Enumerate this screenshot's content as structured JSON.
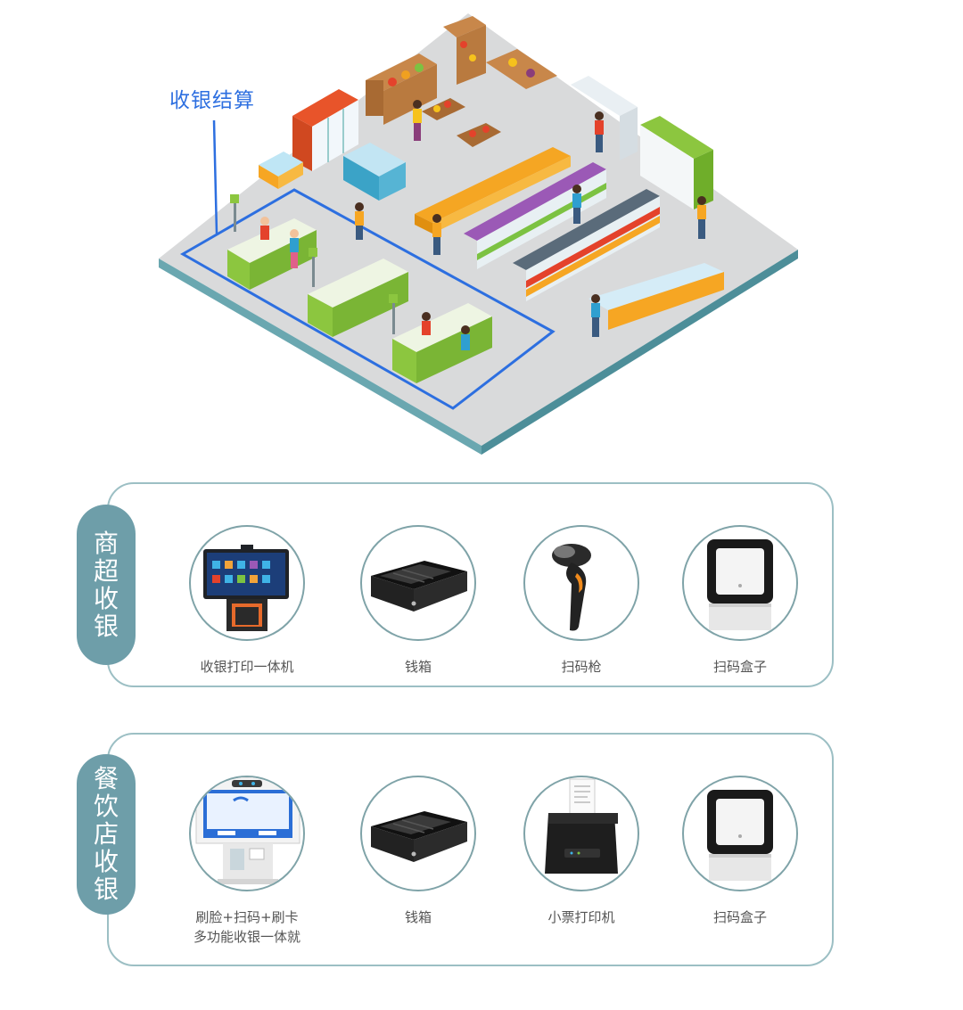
{
  "scene": {
    "callout_label": "收银结算",
    "outline_color": "#2d6fe0",
    "accent_green": "#8cc63f",
    "floor_color": "#d9dadb"
  },
  "sections": [
    {
      "label": [
        "商",
        "超",
        "收",
        "银"
      ],
      "products": [
        {
          "name": "收银打印一体机",
          "icon": "pos-terminal-icon"
        },
        {
          "name": "钱箱",
          "icon": "cash-drawer-icon"
        },
        {
          "name": "扫码枪",
          "icon": "barcode-scanner-gun-icon"
        },
        {
          "name": "扫码盒子",
          "icon": "qr-scan-box-icon"
        }
      ]
    },
    {
      "label": [
        "餐",
        "饮",
        "店",
        "收",
        "银"
      ],
      "products": [
        {
          "name": "刷脸+扫码+刷卡",
          "name_line2": "多功能收银一体就",
          "icon": "face-pay-terminal-icon"
        },
        {
          "name": "钱箱",
          "icon": "cash-drawer-icon"
        },
        {
          "name": "小票打印机",
          "icon": "receipt-printer-icon"
        },
        {
          "name": "扫码盒子",
          "icon": "qr-scan-box-icon"
        }
      ]
    }
  ],
  "colors": {
    "panel_border": "#9cbfc4",
    "label_bg": "#6e9ea9",
    "circle_border": "#7fa3a8"
  }
}
